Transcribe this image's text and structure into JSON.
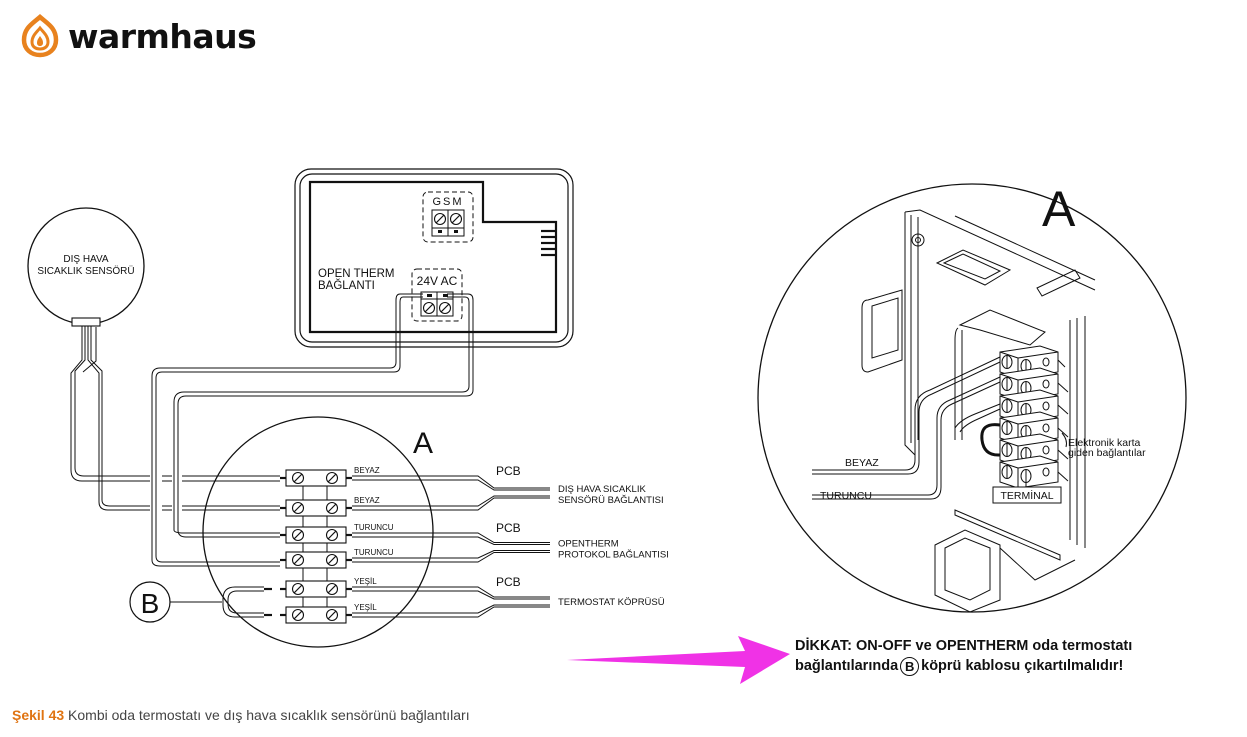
{
  "brand": {
    "name": "warmhaus",
    "logo_icon": "flame-icon",
    "accent_color": "#e8821e"
  },
  "sensor": {
    "line1": "DIŞ HAVA",
    "line2": "SICAKLIK SENSÖRÜ"
  },
  "control_box": {
    "gsm_label": "GSM",
    "power_label": "24V AC",
    "opentherm_line1": "OPEN THERM",
    "opentherm_line2": "BAĞLANTI"
  },
  "detail_a_left": {
    "marker": "A",
    "wires": [
      "BEYAZ",
      "BEYAZ",
      "TURUNCU",
      "TURUNCU",
      "YEŞİL",
      "YEŞİL"
    ],
    "pcb_label": "PCB",
    "groups": [
      {
        "line1": "DIŞ HAVA SICAKLIK",
        "line2": "SENSÖRÜ BAĞLANTISI"
      },
      {
        "line1": "OPENTHERM",
        "line2": "PROTOKOL BAĞLANTISI"
      },
      {
        "line1": "TERMOSTAT KÖPRÜSÜ",
        "line2": ""
      }
    ],
    "bridge_marker": "B"
  },
  "detail_a_right": {
    "marker": "A",
    "wire1": "BEYAZ",
    "wire2": "TURUNCU",
    "terminal_label": "TERMİNAL",
    "board_line1": "Elektronik karta",
    "board_line2": "giden bağlantılar"
  },
  "warning": {
    "line1": "DİKKAT: ON-OFF ve OPENTHERM oda termostatı",
    "line2_before": "bağlantılarında",
    "bridge_marker": "B",
    "line2_after": "köprü kablosu çıkartılmalıdır!",
    "arrow_color": "#f032e6"
  },
  "caption": {
    "figure": "Şekil 43",
    "text": "Kombi oda termostatı ve dış hava sıcaklık sensörünü bağlantıları"
  }
}
